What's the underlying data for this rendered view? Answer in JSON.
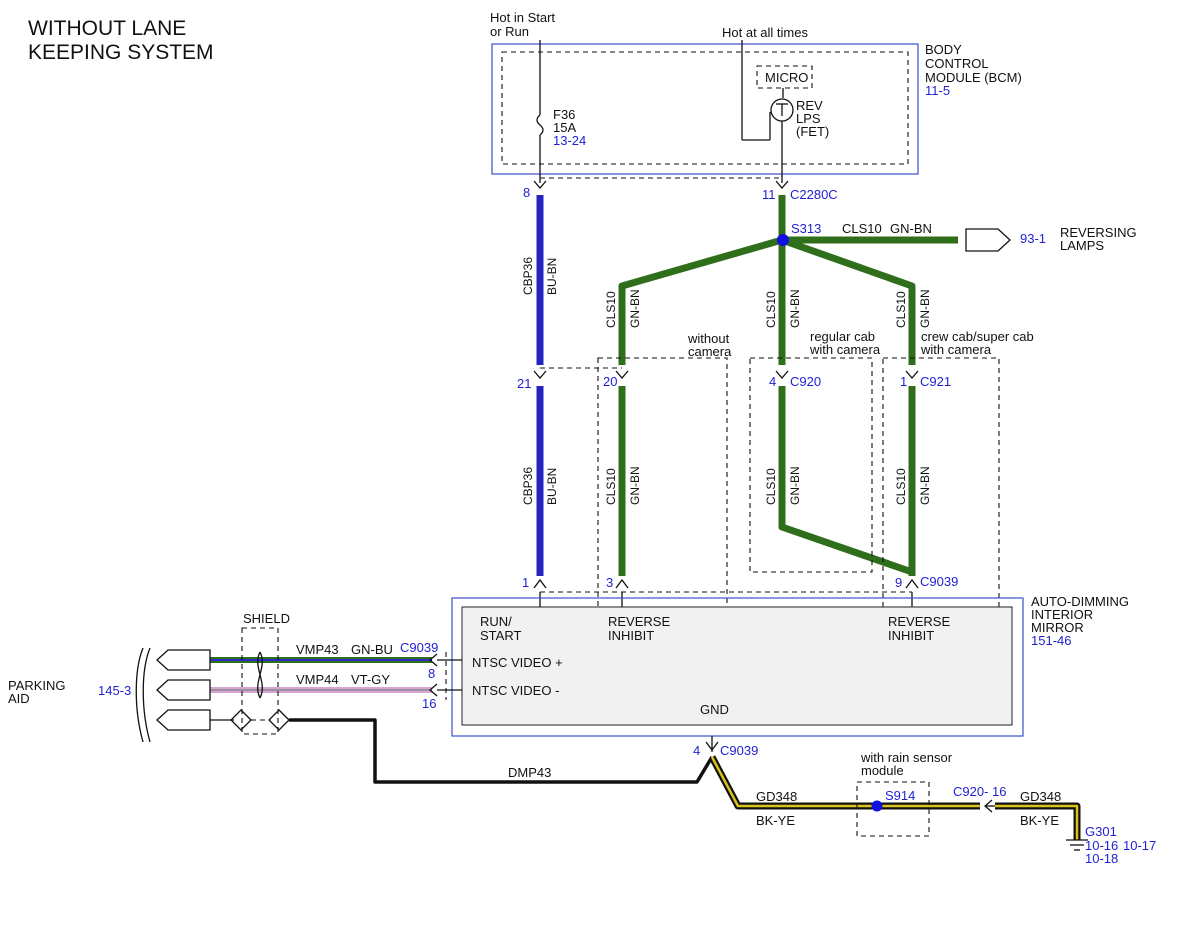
{
  "title": {
    "line1": "WITHOUT LANE",
    "line2": "KEEPING SYSTEM"
  },
  "colors": {
    "wire_green": "#2f6e1a",
    "wire_blue": "#2424c0",
    "wire_yellow": "#d9c21a",
    "wire_black": "#111111",
    "wire_pink": "#d7a6d7",
    "ref_blue": "#1f1fd6",
    "module_fill": "#f1f1f1",
    "module_border": "#3b4fd0"
  },
  "bcm": {
    "label": [
      "BODY",
      "CONTROL",
      "MODULE (BCM)"
    ],
    "ref": "11-5",
    "power_start_run": [
      "Hot in Start",
      "or Run"
    ],
    "power_always": "Hot at all times",
    "micro": "MICRO",
    "fet": [
      "REV",
      "LPS",
      "(FET)"
    ],
    "fuse": {
      "name": "F36",
      "rating": "15A",
      "ref": "13-24"
    }
  },
  "connectors": {
    "bcm_pin8": "8",
    "bcm_pin11": "11",
    "c2280c": "C2280C",
    "mid_pin21": "21",
    "mid_pin20": "20",
    "mid_pin4": "4",
    "c920": "C920",
    "mid_pin1": "1",
    "c921": "C921",
    "mirror_pin1": "1",
    "mirror_pin3": "3",
    "mirror_pin9": "9",
    "c9039_top": "C9039",
    "c9039_video": "C9039",
    "video_pin8": "8",
    "video_pin16": "16",
    "gnd_pin4": "4",
    "c9039_gnd": "C9039",
    "c920_16": "C920- 16"
  },
  "splices": {
    "s313": "S313",
    "s914": "S914"
  },
  "wires": {
    "cbp36": "CBP36",
    "bu_bn": "BU-BN",
    "cls10": "CLS10",
    "gn_bn": "GN-BN",
    "vmp43": "VMP43",
    "gn_bu": "GN-BU",
    "vmp44": "VMP44",
    "vt_gy": "VT-GY",
    "dmp43": "DMP43",
    "gd348": "GD348",
    "bk_ye": "BK-YE"
  },
  "reversing": {
    "ref": "93-1",
    "label": [
      "REVERSING",
      "LAMPS"
    ]
  },
  "options": {
    "without_camera": [
      "without",
      "camera"
    ],
    "regular_cab": [
      "regular cab",
      "with camera"
    ],
    "crew_cab": [
      "crew cab/super cab",
      "with camera"
    ],
    "rain_sensor": [
      "with rain sensor",
      "module"
    ]
  },
  "mirror": {
    "label": [
      "AUTO-DIMMING",
      "INTERIOR",
      "MIRROR"
    ],
    "ref": "151-46",
    "run_start": [
      "RUN/",
      "START"
    ],
    "reverse_inhibit": [
      "REVERSE",
      "INHIBIT"
    ],
    "ntsc_plus": "NTSC VIDEO +",
    "ntsc_minus": "NTSC VIDEO -",
    "gnd": "GND"
  },
  "shield": "SHIELD",
  "parking_aid": {
    "label": [
      "PARKING",
      "AID"
    ],
    "ref": "145-3"
  },
  "ground": {
    "name": "G301",
    "refs": [
      "10-16",
      "10-17",
      "10-18"
    ]
  }
}
